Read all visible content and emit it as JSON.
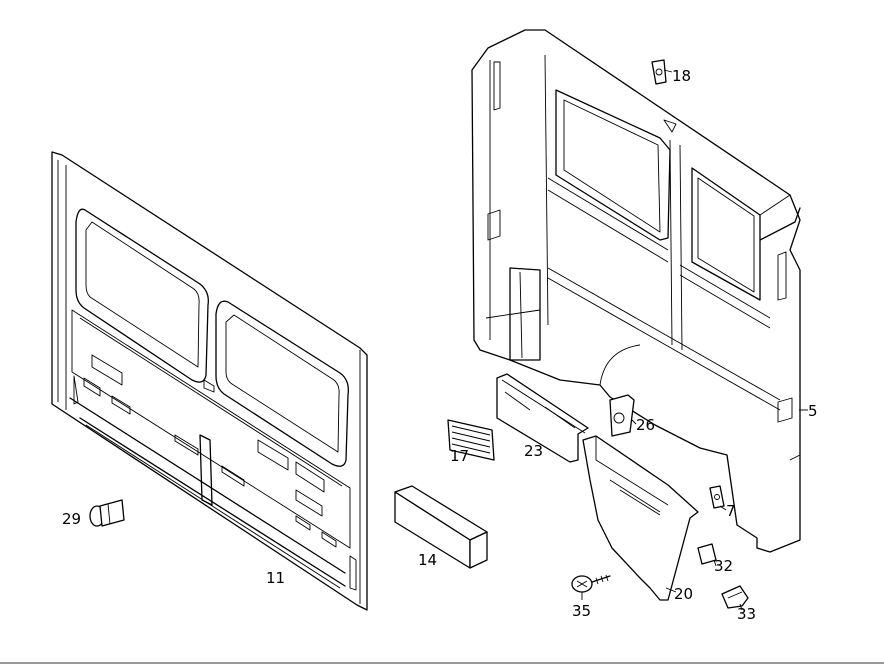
{
  "callouts": {
    "c5": "5",
    "c7": "7",
    "c11": "11",
    "c14": "14",
    "c17": "17",
    "c18": "18",
    "c20": "20",
    "c23": "23",
    "c26": "26",
    "c29": "29",
    "c32": "32",
    "c33": "33",
    "c35": "35"
  }
}
